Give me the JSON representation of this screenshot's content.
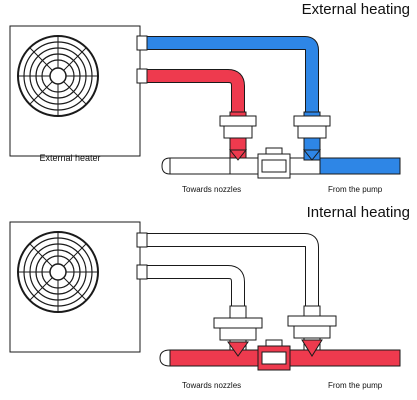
{
  "colors": {
    "hot": "#ee3a4e",
    "cold": "#2e86e6",
    "neutral": "#ffffff",
    "line": "#1a1a1a"
  },
  "scenarios": [
    {
      "title": "External heating",
      "heater_label": "External heater",
      "left_label": "Towards nozzles",
      "right_label": "From the pump",
      "mode": "external"
    },
    {
      "title": "Internal heating",
      "heater_label": "",
      "left_label": "Towards nozzles",
      "right_label": "From the pump",
      "mode": "internal"
    }
  ]
}
